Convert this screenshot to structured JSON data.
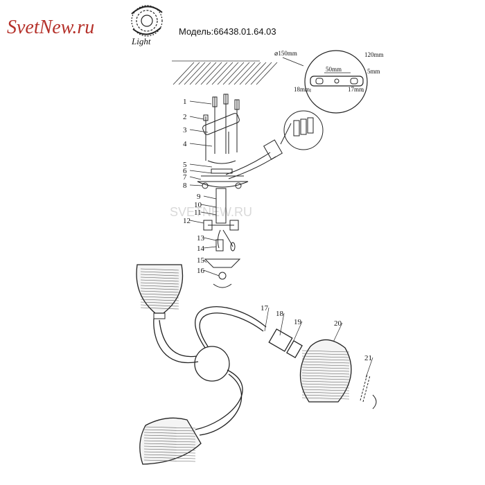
{
  "logo": {
    "brand_text": "SvetNew.ru",
    "sub_text": "Light",
    "colors": {
      "brand": "#b5312a",
      "accent": "#c9a227"
    }
  },
  "model_label": "Модель:66438.01.64.03",
  "watermark": "SVETNEW.RU",
  "detail": {
    "diameter": "⌀150mm",
    "width": "120mm",
    "spacing": "50mm",
    "slot": "5mm",
    "left_offset": "18mm",
    "right_offset": "17mm"
  },
  "part_numbers": [
    "1",
    "2",
    "3",
    "4",
    "5",
    "6",
    "7",
    "8",
    "9",
    "10",
    "11",
    "12",
    "13",
    "14",
    "15",
    "16",
    "17",
    "18",
    "19",
    "20",
    "21"
  ]
}
